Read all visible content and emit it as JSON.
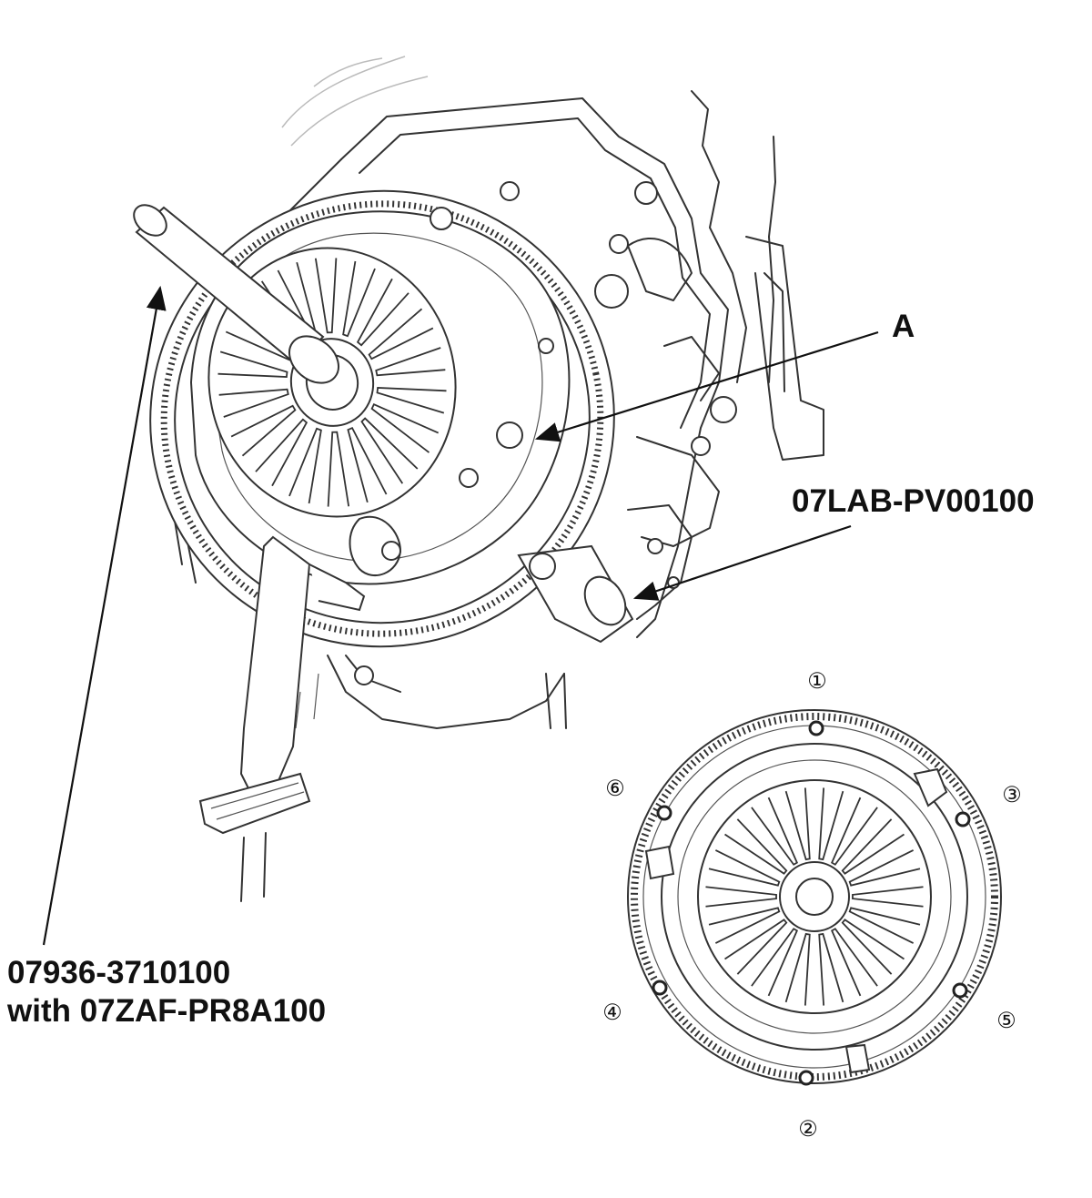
{
  "callouts": {
    "a": "A",
    "holder_tool": "07LAB-PV00100",
    "alignment_tool_line1": "07936-3710100",
    "alignment_tool_line2": "with 07ZAF-PR8A100"
  },
  "bolt_sequence": [
    "①",
    "②",
    "③",
    "④",
    "⑤",
    "⑥"
  ]
}
